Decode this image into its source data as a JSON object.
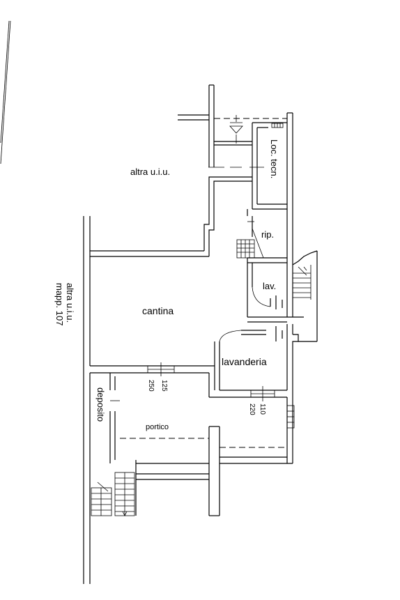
{
  "labels": {
    "altra_uiu_top": "altra u.i.u.",
    "loc_tecn": "Loc. tecn.",
    "rip": "rip.",
    "lav": "lav.",
    "cantina": "cantina",
    "lavanderia": "lavanderia",
    "altra_uiu_side_1": "altra u.i.u.",
    "altra_uiu_side_2": "mapp. 107",
    "deposito": "deposito",
    "portico": "portico",
    "dim_125": "125",
    "dim_250": "250",
    "dim_110": "110",
    "dim_220": "220"
  }
}
